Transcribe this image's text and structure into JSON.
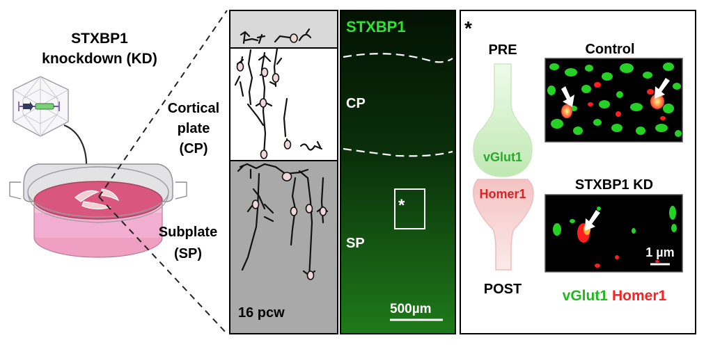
{
  "left": {
    "title_line1": "STXBP1",
    "title_line2": "knockdown (KD)"
  },
  "schematic": {
    "cp_line1": "Cortical",
    "cp_line2": "plate",
    "cp_line3": "(CP)",
    "sp_line1": "Subplate",
    "sp_line2": "(SP)",
    "age": "16 pcw"
  },
  "micrograph": {
    "stain": "STXBP1",
    "cp": "CP",
    "sp": "SP",
    "inset_marker": "*",
    "scalebar": "500µm"
  },
  "synapse": {
    "marker": "*",
    "pre": "PRE",
    "post": "POST",
    "pre_protein": "vGlut1",
    "post_protein": "Homer1",
    "control_title": "Control",
    "kd_title": "STXBP1 KD",
    "scalebar": "1 µm",
    "legend_green": "vGlut1",
    "legend_red": "Homer1"
  },
  "colors": {
    "green_stain": "#2ee62e",
    "red_stain": "#ff1f1f",
    "pre_terminal": "#cdeec3",
    "post_terminal": "#f3cccc",
    "dish_medium": "#d9577e",
    "subplate_bg": "#a9a9a9"
  }
}
